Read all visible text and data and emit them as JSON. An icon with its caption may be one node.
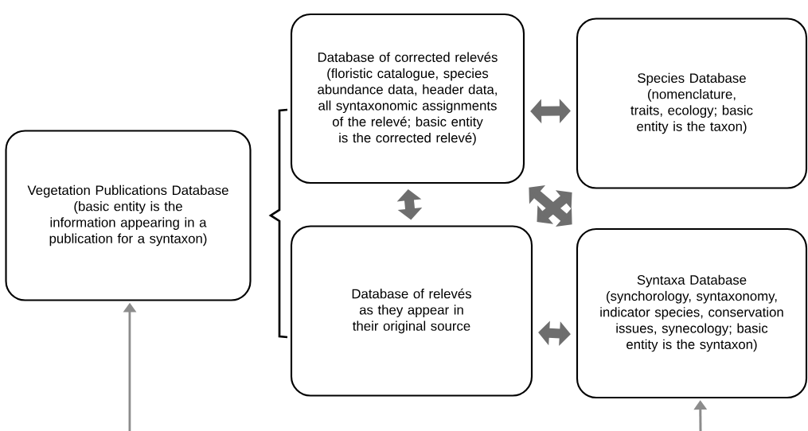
{
  "diagram": {
    "nodes": [
      {
        "text": [
          "Vegetation Publications Database",
          "(basic entity is the information appearing in a publication for a syntaxon)"
        ]
      },
      {
        "text": [
          "Database of corrected relevés (floristic catalogue, species abundance data, header data, all syntaxonomic assignments of the relevé; basic entity is the corrected relevé)"
        ]
      },
      {
        "text": [
          "Species Database",
          "(nomenclature, traits, ecology; basic entity is the taxon)"
        ]
      },
      {
        "text": [
          "Database of relevés as they appear in their original source"
        ]
      },
      {
        "text": [
          "Syntaxa Database",
          "(synchorology, syntaxonomy, indicator species, conservation issues, synecology; basic entity is the syntaxon)"
        ]
      }
    ],
    "edges": [
      {
        "from": 1,
        "to": 2,
        "arrow": "both"
      },
      {
        "from": 1,
        "to": 3,
        "arrow": "both"
      },
      {
        "from": 1,
        "to": 4,
        "arrow": "both"
      },
      {
        "from": 3,
        "to": 2,
        "arrow": "both"
      },
      {
        "from": 3,
        "to": 4,
        "arrow": "both"
      },
      {
        "from": null,
        "to": 0,
        "arrow": "to",
        "color": "#8c8c8c"
      },
      {
        "from": null,
        "to": 4,
        "arrow": "to",
        "color": "#8c8c8c"
      }
    ]
  }
}
